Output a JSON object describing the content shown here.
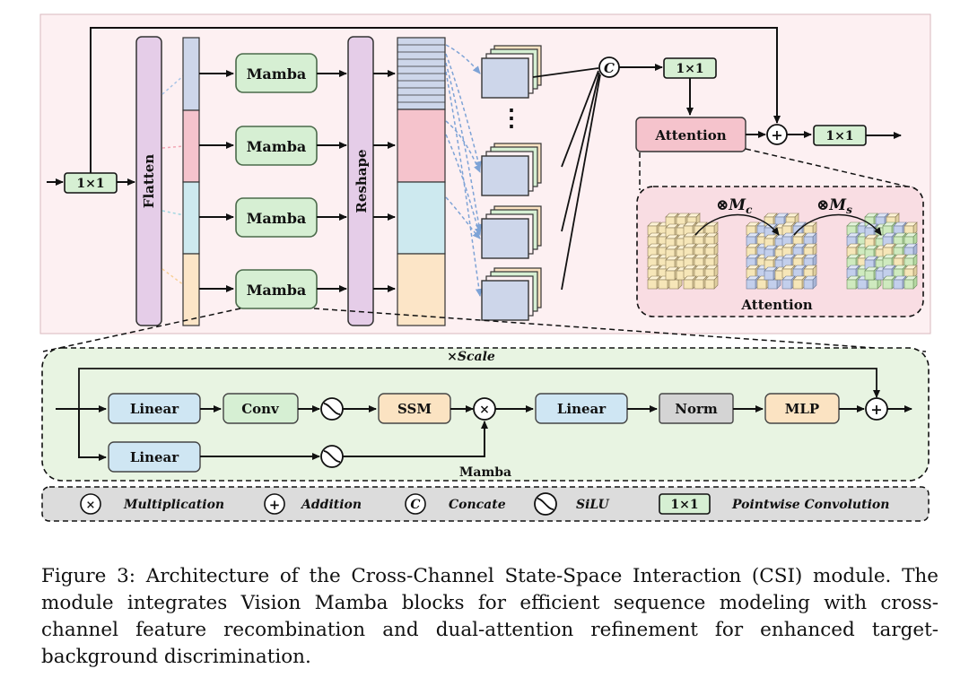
{
  "labels": {
    "conv1x1": "1×1",
    "flatten": "Flatten",
    "mamba": "Mamba",
    "reshape": "Reshape",
    "dots": "⋮",
    "concat_symbol": "C",
    "attention": "Attention",
    "mult_mc": "⊗M",
    "mult_ms": "⊗M",
    "sub_c": "c",
    "sub_s": "s",
    "attention_caption": "Attention",
    "scale": "×Scale",
    "linear": "Linear",
    "conv": "Conv",
    "ssm": "SSM",
    "norm": "Norm",
    "mlp": "MLP",
    "mamba_caption": "Mamba",
    "times": "×",
    "plus": "+"
  },
  "legend": [
    {
      "symbol": "×",
      "label": "Multiplication"
    },
    {
      "symbol": "+",
      "label": "Addition"
    },
    {
      "symbol": "C",
      "label": "Concate"
    },
    {
      "symbol": "silu",
      "label": "SiLU"
    },
    {
      "symbol": "1×1",
      "label": "Pointwise Convolution"
    }
  ],
  "caption": "Figure 3: Architecture of the Cross-Channel State-Space Interaction (CSI) module. The module integrates Vision Mamba blocks for efficient sequence modeling with cross-channel feature recombination and dual-attention refinement for enhanced target-background discrimination.",
  "colors": {
    "top_panel": "#fdf0f2",
    "bottom_panel": "#e8f4e2",
    "legend_panel": "#dcdcdc",
    "attention_panel": "#f9dde3",
    "green_box": "#d6efd3",
    "green_box_border": "#4f8a4f",
    "blue_box": "#cfe6f3",
    "blue_box_border": "#5a8fb0",
    "orange_box": "#fbe3c2",
    "gray_box": "#d4d4d4",
    "purple": "#e5cde8",
    "pink": "#f5c3cc",
    "cyan": "#cde9ef",
    "peach": "#fce5c7",
    "lavender": "#cdd6ea"
  }
}
